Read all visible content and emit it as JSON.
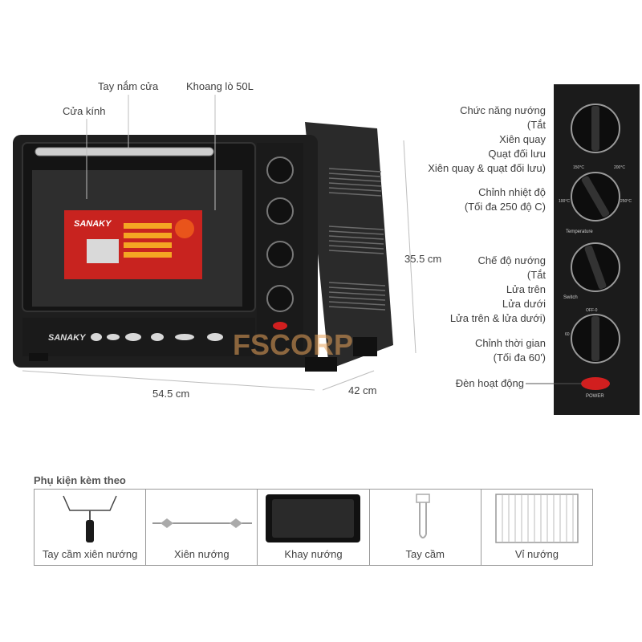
{
  "callouts": {
    "handle": "Tay nắm cửa",
    "cavity": "Khoang lò 50L",
    "door": "Cửa kính",
    "function_title": "Chức năng nướng",
    "function_opt1": "(Tắt",
    "function_opt2": "Xiên quay",
    "function_opt3": "Quạt đối lưu",
    "function_opt4": "Xiên quay & quạt đối lưu)",
    "temp_title": "Chỉnh nhiệt độ",
    "temp_note": "(Tối đa 250 độ C)",
    "mode_title": "Chế độ nướng",
    "mode_opt1": "(Tắt",
    "mode_opt2": "Lửa trên",
    "mode_opt3": "Lửa dưới",
    "mode_opt4": "Lửa trên & lửa dưới)",
    "timer_title": "Chỉnh thời gian",
    "timer_note": "(Tối đa 60')",
    "lamp": "Đèn hoạt động"
  },
  "dimensions": {
    "height": "35.5 cm",
    "width": "54.5 cm",
    "depth": "42 cm"
  },
  "oven": {
    "brand": "SANAKY",
    "door_sticker_brand": "SANAKY",
    "panel_temperature_label": "Temperature",
    "panel_switch_label": "Switch",
    "panel_power_label": "POWER",
    "panel_timer_off": "OFF-0",
    "panel_timer_max": "60",
    "panel_temp_min": "100°C",
    "panel_temp_150": "150°C",
    "panel_temp_200": "200°C",
    "panel_temp_max": "250°C"
  },
  "watermark": "FSCORP",
  "accessories": {
    "title": "Phụ kiện kèm theo",
    "items": [
      {
        "label": "Tay cầm xiên nướng",
        "icon": "rotisserie-handle-icon"
      },
      {
        "label": "Xiên nướng",
        "icon": "rotisserie-spit-icon"
      },
      {
        "label": "Khay nướng",
        "icon": "baking-tray-icon"
      },
      {
        "label": "Tay cầm",
        "icon": "tray-handle-icon"
      },
      {
        "label": "Vỉ nướng",
        "icon": "wire-rack-icon"
      }
    ]
  },
  "colors": {
    "oven_body": "#1e1e1e",
    "panel": "#1b1b1b",
    "sticker_red": "#c8231f",
    "power_lamp": "#d11f1f",
    "watermark": "#e8a35a"
  }
}
